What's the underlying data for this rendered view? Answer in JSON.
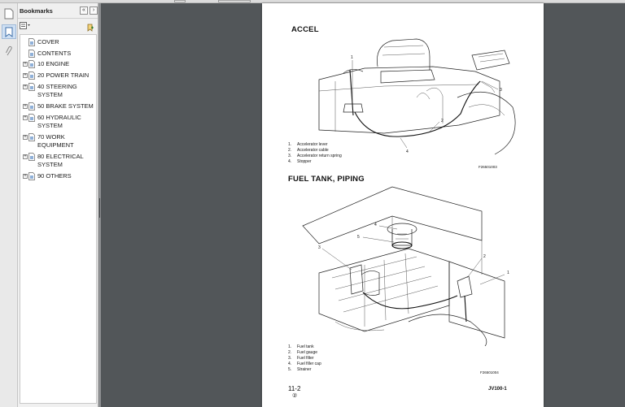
{
  "viewer": {
    "panel_title": "Bookmarks",
    "collapse_icon": "double-left-arrow-icon",
    "close_icon": "right-arrow-icon",
    "options_icon": "bookmark-options-icon",
    "expand_icon": "expand-bookmark-icon"
  },
  "bookmarks": [
    {
      "label": "COVER",
      "expandable": false
    },
    {
      "label": "CONTENTS",
      "expandable": false
    },
    {
      "label": "10 ENGINE",
      "expandable": true
    },
    {
      "label": "20 POWER TRAIN",
      "expandable": true
    },
    {
      "label": "40 STEERING SYSTEM",
      "expandable": true
    },
    {
      "label": "50 BRAKE SYSTEM",
      "expandable": true
    },
    {
      "label": "60 HYDRAULIC SYSTEM",
      "expandable": true
    },
    {
      "label": "70 WORK EQUIPMENT",
      "expandable": true
    },
    {
      "label": "80 ELECTRICAL SYSTEM",
      "expandable": true
    },
    {
      "label": "90 OTHERS",
      "expandable": true
    }
  ],
  "document": {
    "accel": {
      "title": "ACCEL",
      "legend": [
        {
          "num": "1.",
          "text": "Accelerator lever"
        },
        {
          "num": "2.",
          "text": "Accelerator cable"
        },
        {
          "num": "3.",
          "text": "Accelerator return spring"
        },
        {
          "num": "4.",
          "text": "Stopper"
        }
      ],
      "figure_id": "F26501003",
      "callouts": [
        "1",
        "2",
        "3",
        "4"
      ]
    },
    "fuel": {
      "title": "FUEL TANK, PIPING",
      "legend": [
        {
          "num": "1.",
          "text": "Fuel tank"
        },
        {
          "num": "2.",
          "text": "Fuel gauge"
        },
        {
          "num": "3.",
          "text": "Fuel filter"
        },
        {
          "num": "4.",
          "text": "Fuel filler cap"
        },
        {
          "num": "5.",
          "text": "Strainer"
        }
      ],
      "figure_id": "F26501004",
      "callouts": [
        "1",
        "2",
        "3",
        "4",
        "5"
      ]
    },
    "page_number": "11-2",
    "revision_mark": "②",
    "model": "JV100-1"
  }
}
